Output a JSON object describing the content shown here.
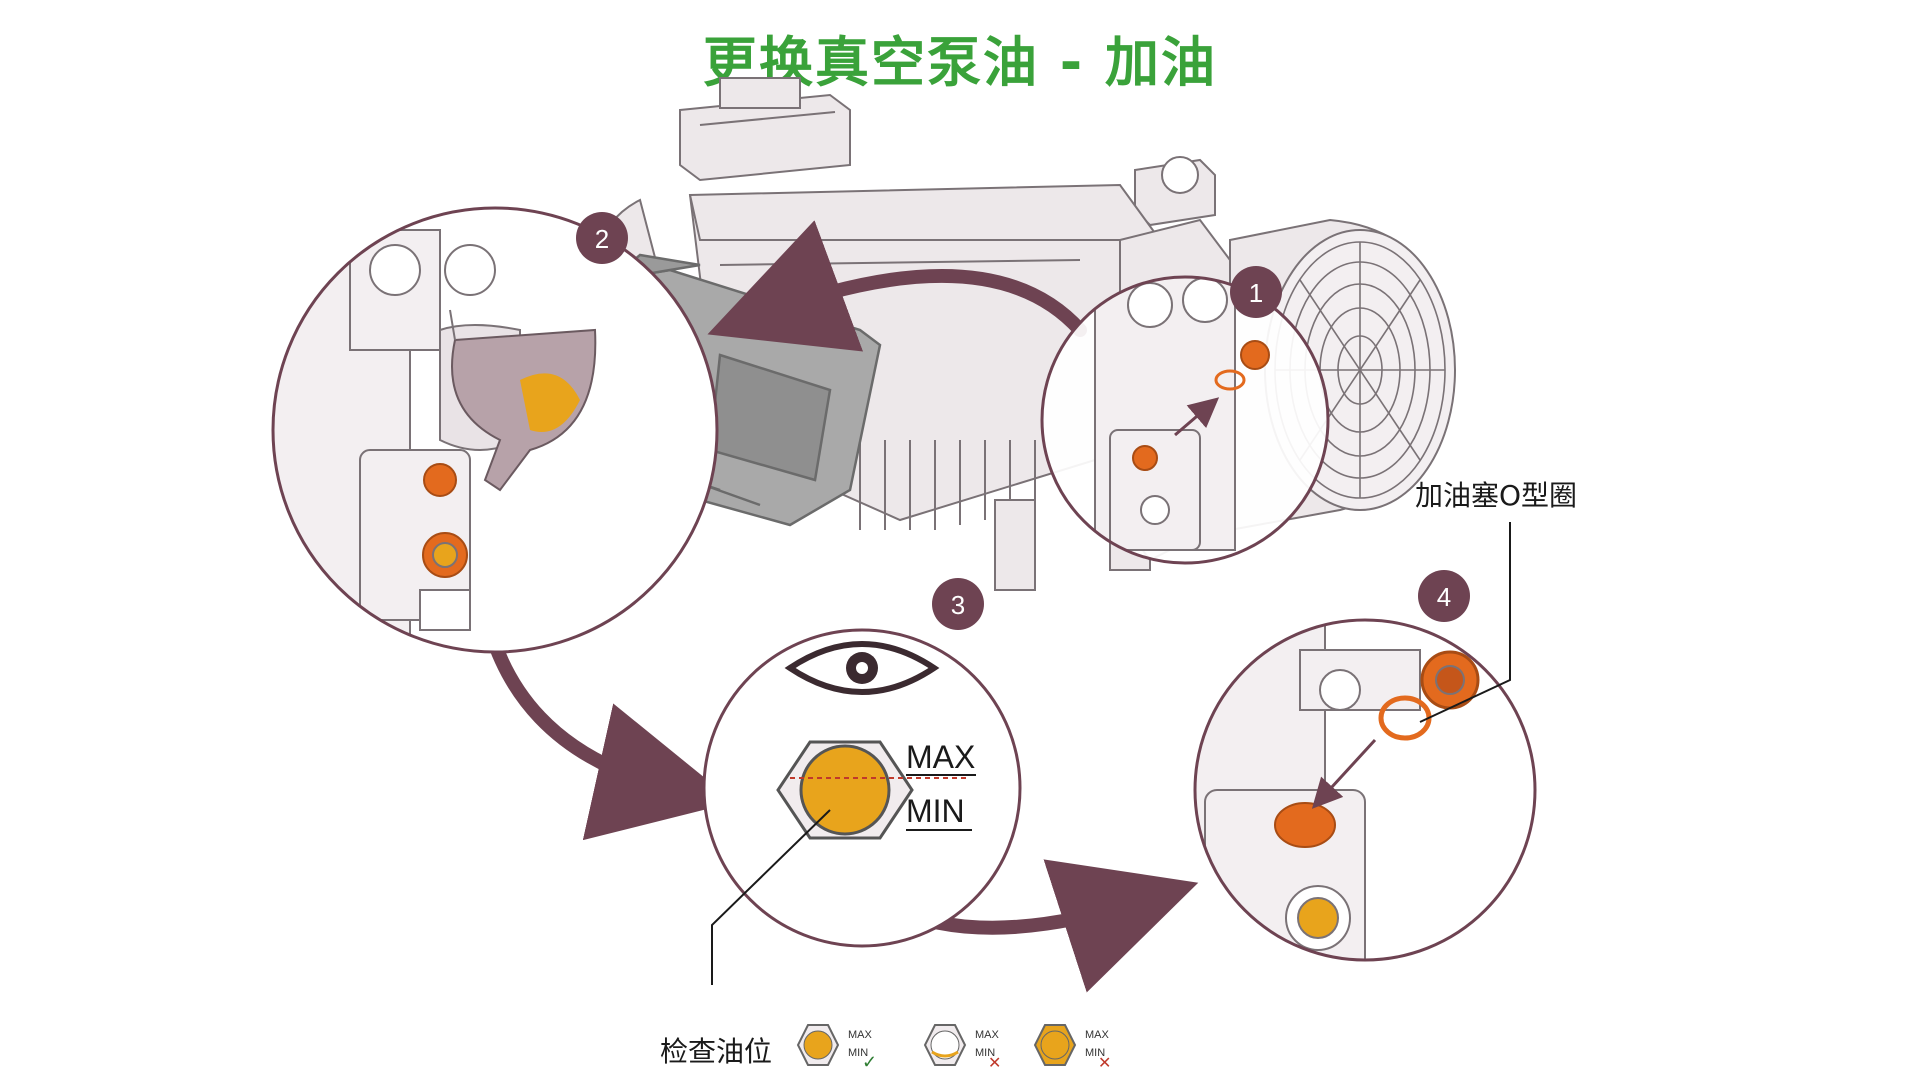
{
  "title": "更换真空泵油 - 加油",
  "colors": {
    "title": "#3aa23a",
    "circle_border": "#6e4352",
    "arrow": "#6e4352",
    "oil": "#e8a41c",
    "plug": "#e36a1e",
    "machine_body": "#ede8ea",
    "machine_line": "#7a7276",
    "canister": "#a9a9a9"
  },
  "steps": [
    {
      "number": "1"
    },
    {
      "number": "2"
    },
    {
      "number": "3"
    },
    {
      "number": "4"
    }
  ],
  "gauge": {
    "max_label": "MAX",
    "min_label": "MIN"
  },
  "oring_label": "加油塞O型圈",
  "check_label": "检查油位",
  "legend": [
    {
      "max": "MAX",
      "min": "MIN",
      "status": "correct",
      "mark": "✓"
    },
    {
      "max": "MAX",
      "min": "MIN",
      "status": "too-low",
      "mark": "✕"
    },
    {
      "max": "MAX",
      "min": "MIN",
      "status": "too-high",
      "mark": "✕"
    }
  ]
}
